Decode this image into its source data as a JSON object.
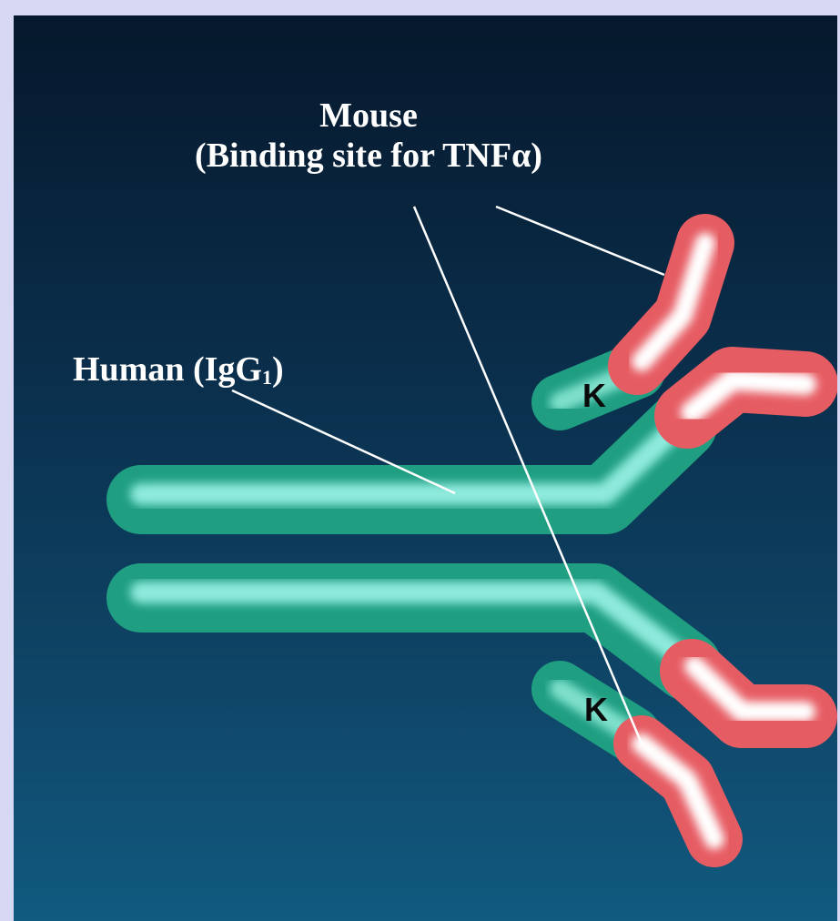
{
  "labels": {
    "mouse_title": "Mouse",
    "mouse_subtitle": "(Binding site for TNFα)",
    "human_main": "Human (IgG",
    "human_sub": "1",
    "human_close": ")",
    "kappa_top": "K",
    "kappa_bottom": "K"
  },
  "colors": {
    "background_top": "#06182c",
    "background_bottom": "#115a80",
    "human_region": "#1f9e82",
    "mouse_region": "#e65c63",
    "page_border": "#d7d8f3"
  }
}
